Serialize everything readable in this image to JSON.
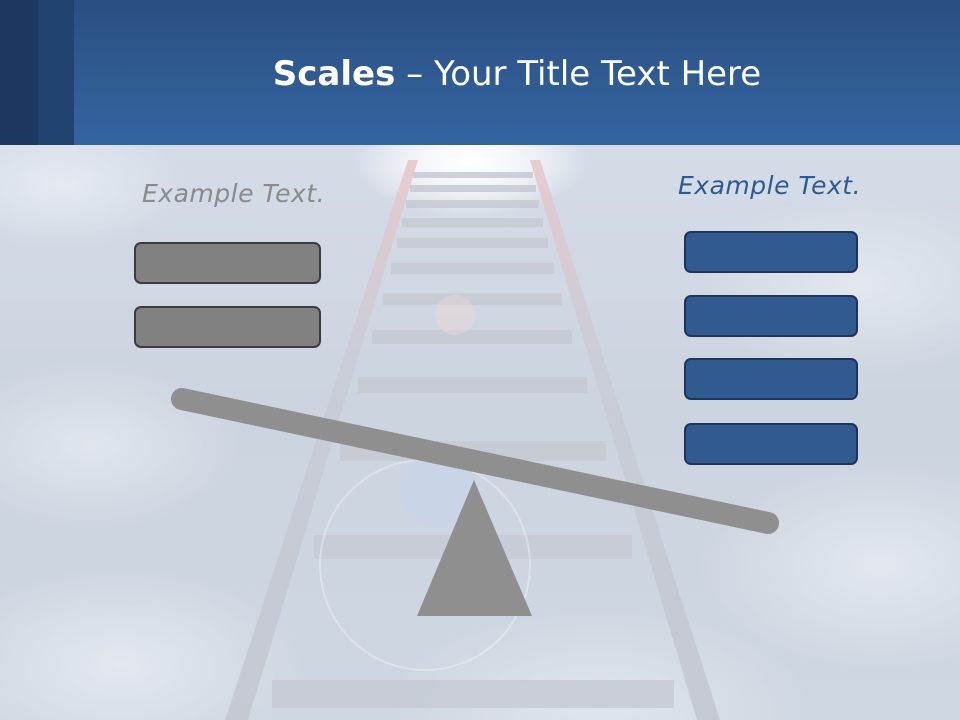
{
  "header": {
    "title_bold": "Scales",
    "title_rest": " – Your Title Text Here"
  },
  "left_column": {
    "label": "Example Text.",
    "box_count": 2,
    "box_color": "#818181"
  },
  "right_column": {
    "label": "Example Text.",
    "box_count": 4,
    "box_color": "#315a91"
  },
  "colors": {
    "header": "#3465a0",
    "left_label": "#8a8a8a",
    "right_label": "#2e5a8f",
    "scale": "#8f8f8f"
  }
}
